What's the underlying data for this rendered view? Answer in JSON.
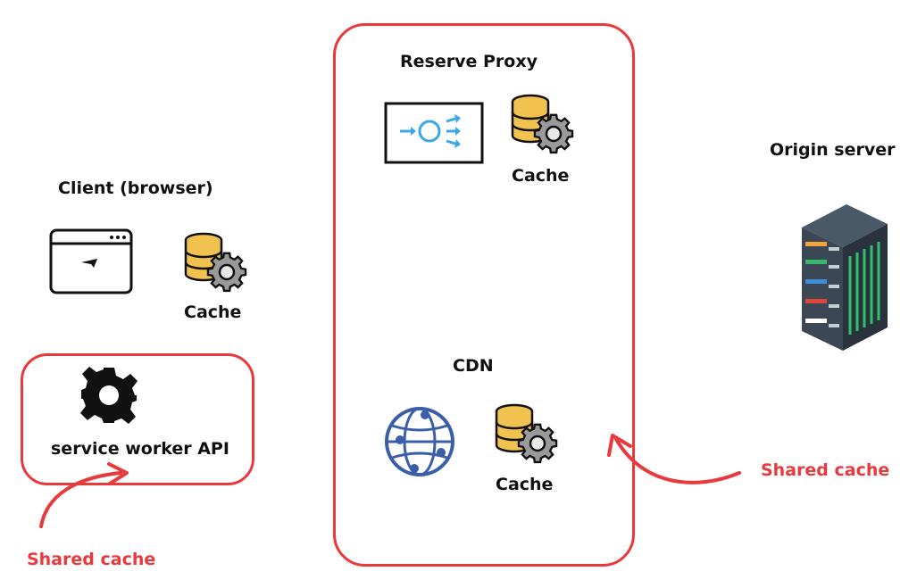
{
  "client": {
    "title": "Client (browser)",
    "cache_label": "Cache"
  },
  "service_worker": {
    "label": "service worker API"
  },
  "reverse_proxy": {
    "title": "Reserve Proxy",
    "cache_label": "Cache"
  },
  "cdn": {
    "title": "CDN",
    "cache_label": "Cache"
  },
  "origin": {
    "title": "Origin server"
  },
  "annotations": {
    "shared_cache_left": "Shared cache",
    "shared_cache_right": "Shared cache"
  },
  "colors": {
    "accent_red": "#e8393d",
    "cache_gold": "#f2c250",
    "proxy_blue": "#3aa8e6",
    "globe_blue": "#3a5ea8",
    "server_dark": "#2f3b48"
  },
  "icons": {
    "browser": "browser-window-icon",
    "cache": "database-gear-icon",
    "service_worker": "gear-icon",
    "proxy": "load-balancer-icon",
    "cdn": "globe-network-icon",
    "origin": "server-rack-icon"
  }
}
